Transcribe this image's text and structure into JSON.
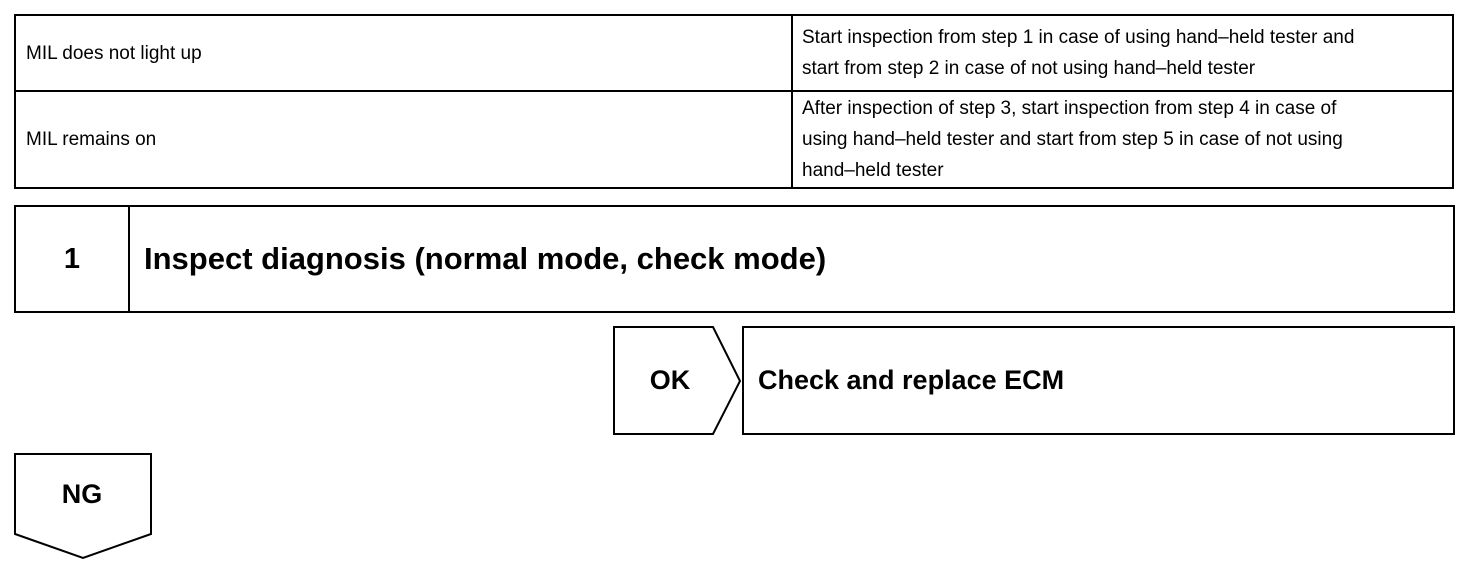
{
  "conditions": [
    {
      "condition": "MIL does not light up",
      "action_lines": [
        "Start inspection from step 1 in case of using hand–held tester and",
        "start from step 2 in case of not using hand–held tester"
      ]
    },
    {
      "condition": "MIL remains on",
      "action_lines": [
        "After inspection of step 3, start inspection from step 4 in case of",
        "using hand–held tester and start from step 5 in case of not using",
        "hand–held tester"
      ]
    }
  ],
  "step": {
    "number": "1",
    "title": "Inspect diagnosis (normal mode, check mode)"
  },
  "ok_branch": {
    "label": "OK",
    "result": "Check and replace ECM"
  },
  "ng_branch": {
    "label": "NG"
  }
}
